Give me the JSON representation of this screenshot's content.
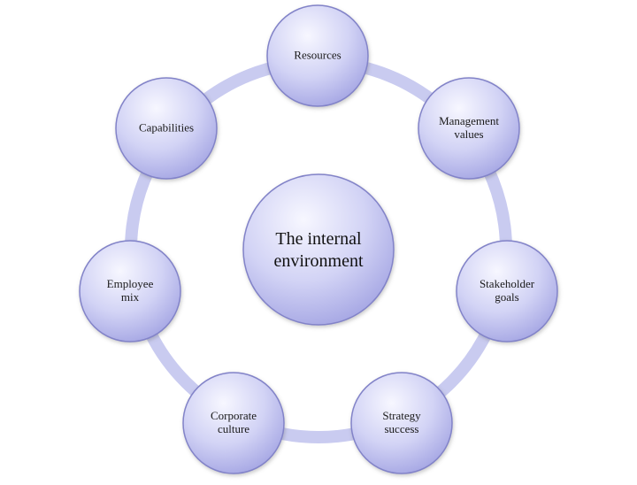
{
  "diagram": {
    "center": {
      "label": "The internal\nenvironment"
    },
    "nodes": [
      {
        "id": "resources",
        "label": "Resources"
      },
      {
        "id": "management-values",
        "label": "Management\nvalues"
      },
      {
        "id": "stakeholder-goals",
        "label": "Stakeholder\ngoals"
      },
      {
        "id": "strategy-success",
        "label": "Strategy\nsuccess"
      },
      {
        "id": "corporate-culture",
        "label": "Corporate\nculture"
      },
      {
        "id": "employee-mix",
        "label": "Employee\nmix"
      },
      {
        "id": "capabilities",
        "label": "Capabilities"
      }
    ],
    "colors": {
      "ring": "#c9cbf0",
      "node_light": "#f4f4ff",
      "node_dark": "#a9aae8",
      "node_edge": "#7f80c7"
    }
  }
}
